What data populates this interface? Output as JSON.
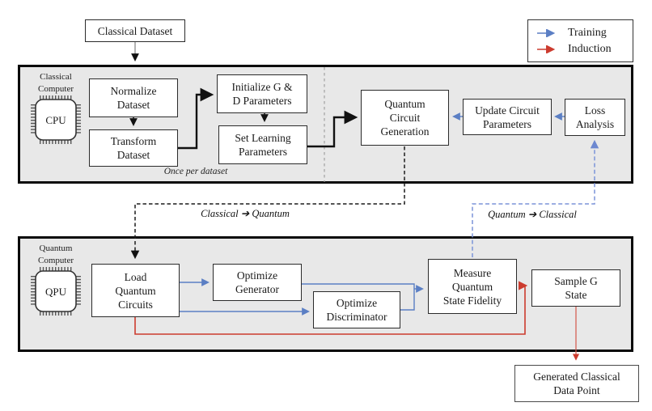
{
  "colors": {
    "training_blue": "#5b7fc4",
    "induction_red": "#cc3b2e",
    "dashed_blue": "#7b94d8",
    "panel_fill": "#e8e8e8"
  },
  "legend": {
    "items": [
      {
        "label": "Training"
      },
      {
        "label": "Induction"
      }
    ]
  },
  "panels": {
    "classical": {
      "title": "Classical\nComputer",
      "chip": "CPU",
      "note": "Once per dataset"
    },
    "quantum": {
      "title": "Quantum\nComputer",
      "chip": "QPU"
    }
  },
  "nodes": {
    "classical_dataset": "Classical Dataset",
    "normalize_dataset": "Normalize\nDataset",
    "transform_dataset": "Transform\nDataset",
    "initialize_params": "Initialize G &\nD Parameters",
    "set_learning_params": "Set Learning\nParameters",
    "quantum_circuit_generation": "Quantum\nCircuit\nGeneration",
    "update_circuit_params": "Update Circuit\nParameters",
    "loss_analysis": "Loss\nAnalysis",
    "load_quantum_circuits": "Load\nQuantum\nCircuits",
    "optimize_generator": "Optimize\nGenerator",
    "optimize_discriminator": "Optimize\nDiscriminator",
    "measure_fidelity": "Measure\nQuantum\nState Fidelity",
    "sample_g_state": "Sample G\nState",
    "generated_data_point": "Generated Classical\nData Point"
  },
  "flow_labels": {
    "classical_to_quantum": "Classical  ➔ Quantum",
    "quantum_to_classical": "Quantum ➔ Classical"
  }
}
